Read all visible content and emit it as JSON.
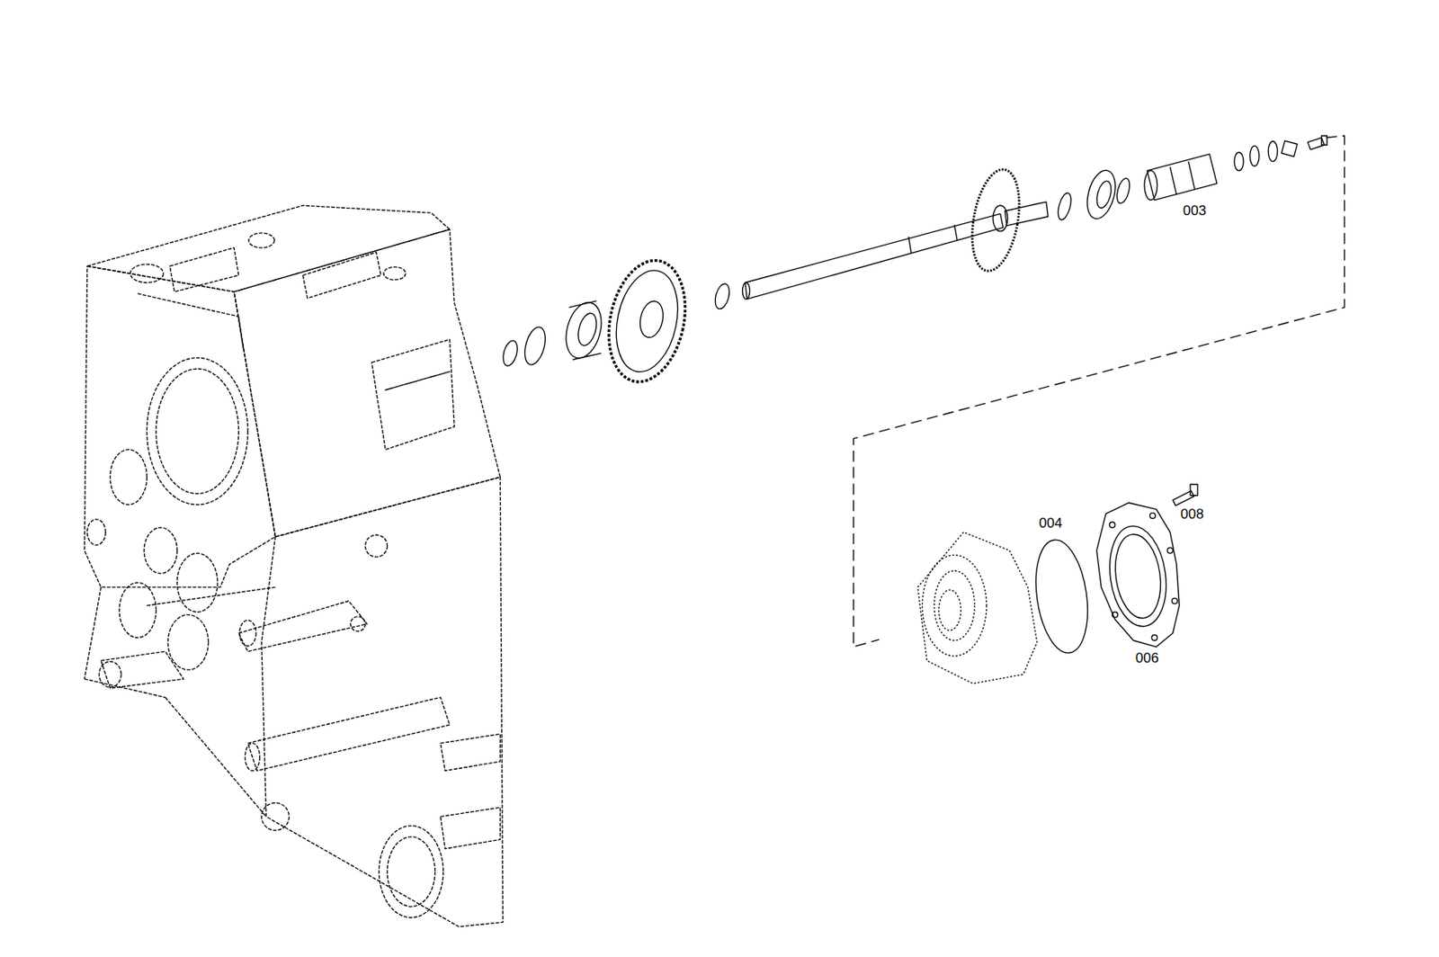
{
  "diagram": {
    "labels": [
      "003",
      "004",
      "006",
      "008"
    ]
  }
}
